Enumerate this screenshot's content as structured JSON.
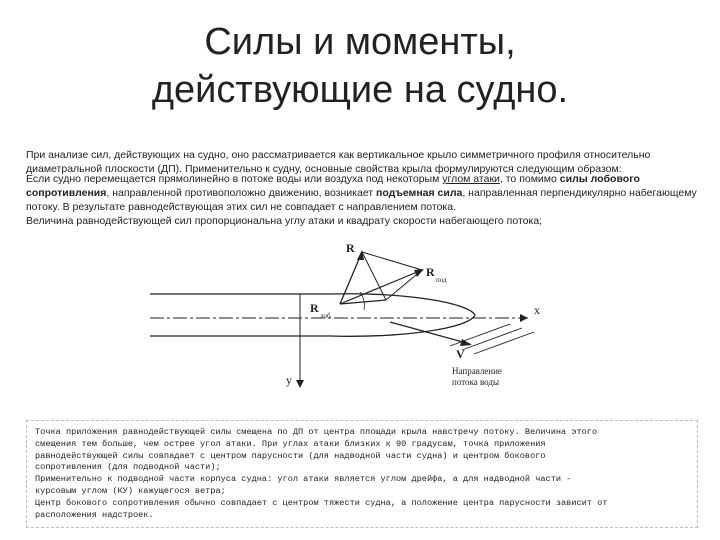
{
  "slide": {
    "title_line1": "Силы и моменты,",
    "title_line2": "действующие на судно."
  },
  "intro": {
    "p1": "При анализе сил, действующих на судно, оно рассматривается как вертикальное крыло симметричного профиля относительно диаметральной плоскости (ДП). Применительно к судну, основные свойства крыла  формулируются следующим образом:",
    "p2_prefix": "Если судно перемещается прямолинейно в потоке воды или воздуха под некоторым ",
    "p2_angle": "углом атаки",
    "p2_mid1": ", то помимо ",
    "p2_drag": "силы лобового сопротивления",
    "p2_mid2": ", направленной противоположно движению, возникает ",
    "p2_lift": "подъемная сила",
    "p2_suffix": ", направленная перпендикулярно набегающему потоку. В результате равнодействующая этих сил не совпадает с направлением потока.",
    "p3": "Величина  равнодействующей сил пропорциональна углу атаки и квадрату скорости набегающего потока;"
  },
  "diagram": {
    "label_R": "R",
    "label_R_pod": "R",
    "sub_pod": "под",
    "label_R_lob": "R",
    "sub_lob": "лоб",
    "label_x": "x",
    "label_y": "y",
    "label_V": "V",
    "flow_line1": "Направление",
    "flow_line2": "потока воды"
  },
  "note": {
    "lines": [
      "Точка приложения равнодействующей силы смещена по ДП  от центра площади крыла навстречу потоку.  Величина этого",
      "смещения тем больше, чем острее угол атаки. При углах атаки близких к 90 градусам, точка приложения",
      "равнодействующей силы совпадает с центром парусности (для надводной части судна)  и центром бокового",
      "сопротивления (для подводной части);",
      "Применительно к подводной части корпуса судна: угол атаки является углом дрейфа, а для надводной части -",
      "курсовым углом (КУ) кажущегося ветра;",
      "Центр бокового сопротивления обычно совпадает с центром тяжести судна, а положение центра парусности зависит от",
      "расположения надстроек."
    ]
  }
}
